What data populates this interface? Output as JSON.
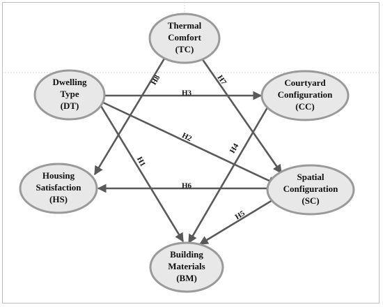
{
  "nodes": [
    {
      "id": "TC",
      "lines": [
        "Thermal",
        "Comfort",
        "(TC)"
      ]
    },
    {
      "id": "DT",
      "lines": [
        "Dwelling",
        "Type",
        "(DT)"
      ]
    },
    {
      "id": "CC",
      "lines": [
        "Courtyard",
        "Configuration",
        "(CC)"
      ]
    },
    {
      "id": "HS",
      "lines": [
        "Housing",
        "Satisfaction",
        "(HS)"
      ]
    },
    {
      "id": "SC",
      "lines": [
        "Spatial",
        "Configuration",
        "(SC)"
      ]
    },
    {
      "id": "BM",
      "lines": [
        "Building",
        "Materials",
        "(BM)"
      ]
    }
  ],
  "edges": [
    {
      "label": "H1",
      "from": "DT",
      "to": "BM"
    },
    {
      "label": "H2",
      "from": "DT",
      "to": "SC"
    },
    {
      "label": "H3",
      "from": "DT",
      "to": "CC"
    },
    {
      "label": "H4",
      "from": "CC",
      "to": "BM"
    },
    {
      "label": "H5",
      "from": "SC",
      "to": "BM"
    },
    {
      "label": "H6",
      "from": "SC",
      "to": "HS"
    },
    {
      "label": "H7",
      "from": "TC",
      "to": "SC"
    },
    {
      "label": "H8",
      "from": "TC",
      "to": "HS"
    }
  ],
  "colors": {
    "node_fill": "#e8e8e8",
    "node_border": "#9a9a9a",
    "arrow": "#595959"
  }
}
